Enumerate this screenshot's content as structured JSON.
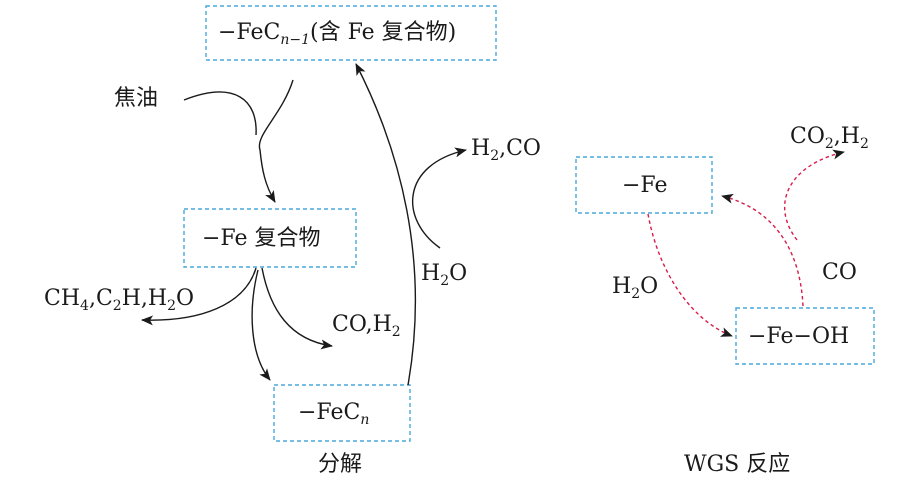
{
  "colors": {
    "box_border": "#4aa8d8",
    "solid_arrow": "#1a1a1a",
    "wgs_arrow": "#d81b4a",
    "text": "#1a1a1a"
  },
  "decomposition": {
    "top_box": {
      "prefix": "−FeC",
      "subscript": "n−1",
      "suffix": "(含 Fe 复合物)"
    },
    "tar": "焦油",
    "mid_box": "−Fe 复合物",
    "products_left": {
      "ch": "CH",
      "ch_sub": "4",
      "c2": ",C",
      "c2_sub": "2",
      "h": "H,H",
      "h_sub": "2",
      "o": "O"
    },
    "products_mid": {
      "co": "CO,H",
      "h_sub": "2"
    },
    "bottom_box": {
      "prefix": "−FeC",
      "subscript": "n"
    },
    "water": {
      "h": "H",
      "h_sub": "2",
      "o": "O"
    },
    "h2co": {
      "h": "H",
      "h_sub": "2",
      "co": ",CO"
    },
    "caption": "分解"
  },
  "wgs": {
    "fe_box": "−Fe",
    "feoh_box": "−Fe−OH",
    "water": {
      "h": "H",
      "h_sub": "2",
      "o": "O"
    },
    "co": "CO",
    "co2h2": {
      "co": "CO",
      "co_sub": "2",
      "h": ",H",
      "h_sub": "2"
    },
    "caption": "WGS 反应"
  }
}
